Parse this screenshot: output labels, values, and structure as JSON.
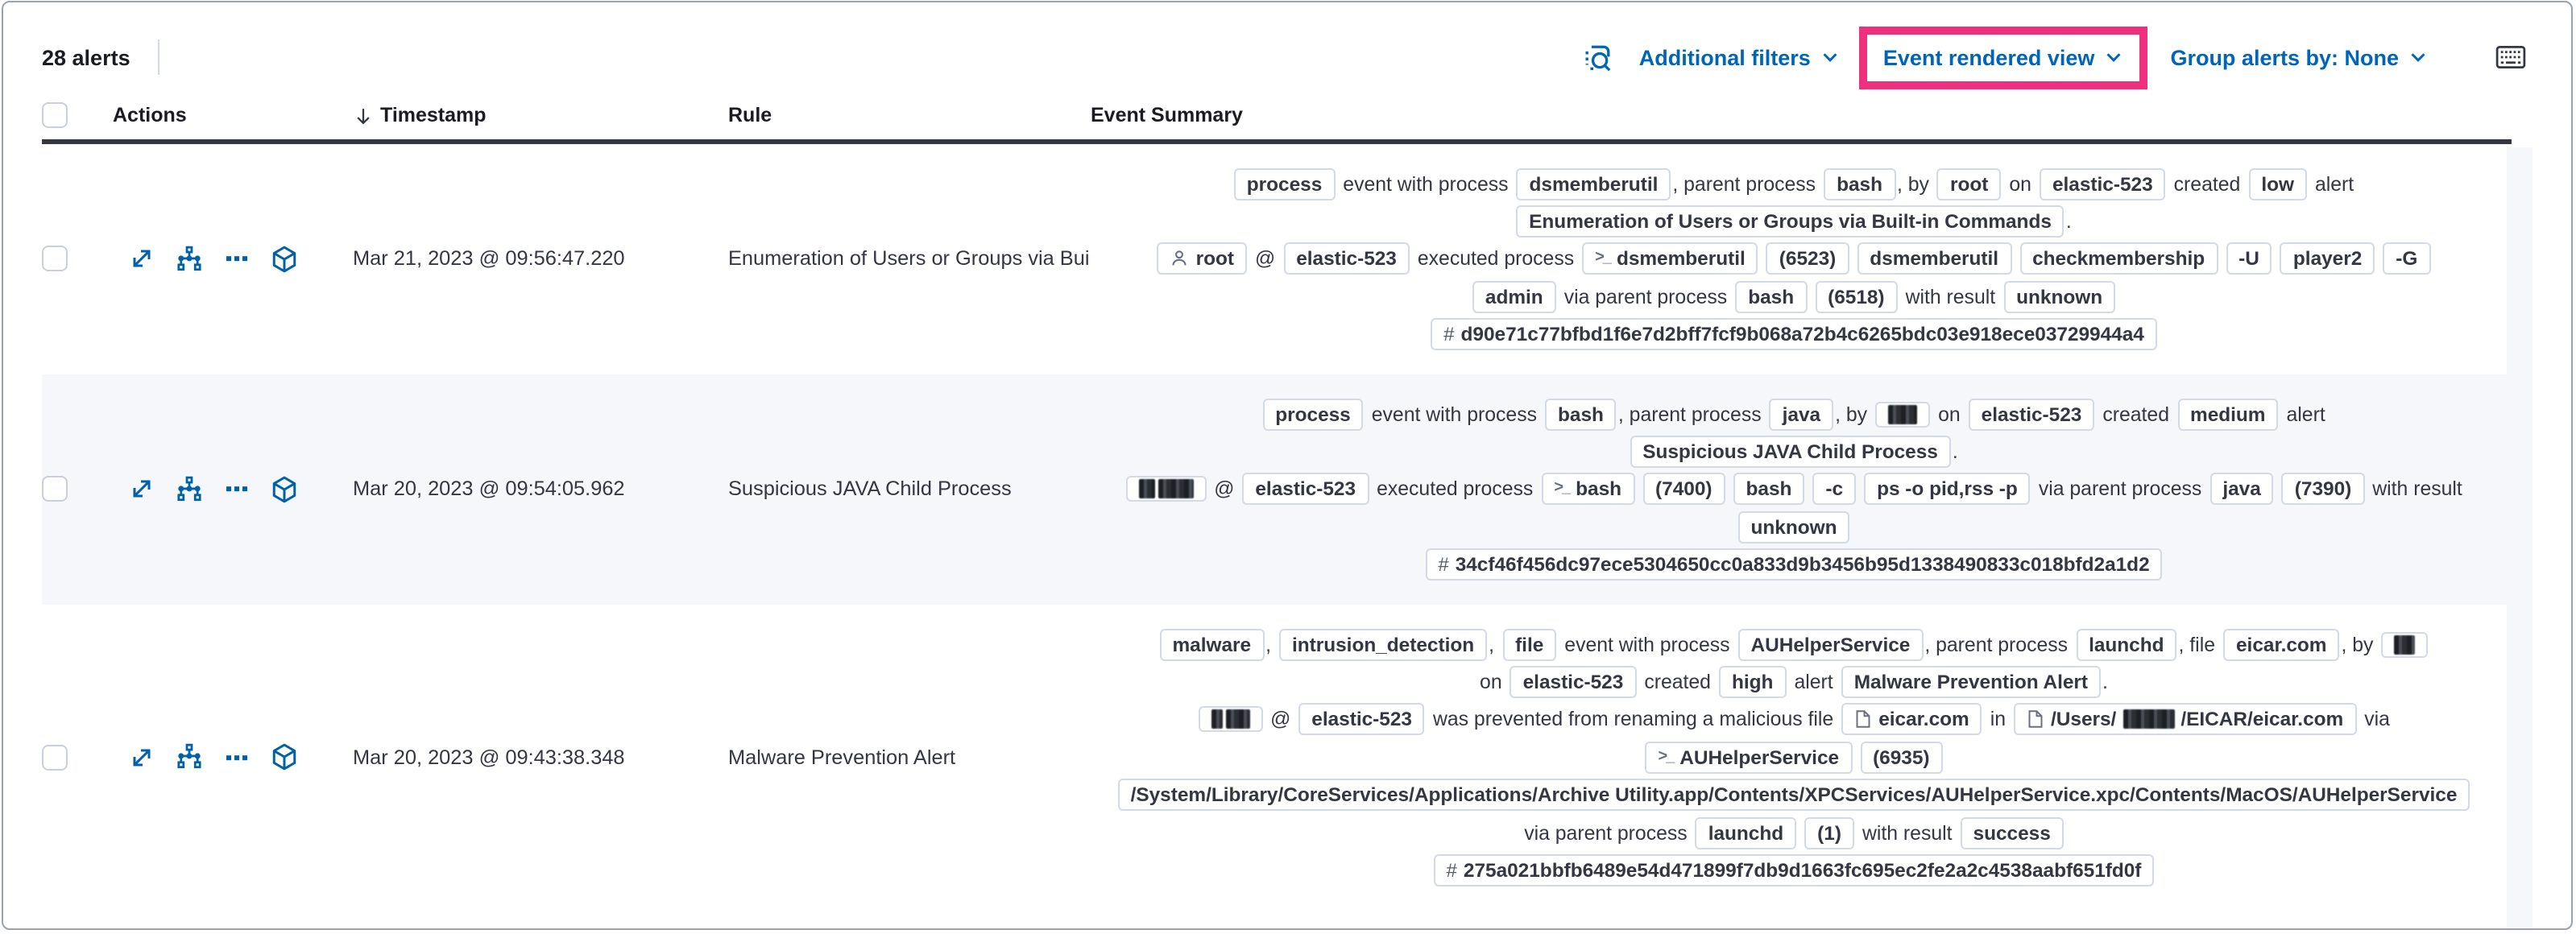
{
  "colors": {
    "accent_blue": "#0065b8",
    "highlight_pink": "#ee307f",
    "text": "#343741",
    "badge_border": "#d3dae6",
    "row_stripe": "#f5f7fa",
    "header_border": "#343741"
  },
  "toolbar": {
    "alerts_count": "28 alerts",
    "additional_filters_label": "Additional filters",
    "view_selector_label": "Event rendered view",
    "group_by_label": "Group alerts by: None"
  },
  "icons": {
    "inspect-icon": "magnifier-over-frame",
    "keyboard-shortcuts-icon": "keyboard",
    "chevron-down-icon": "v",
    "sort-descending-icon": "arrow-down",
    "expand-alert-icon": "diagonal-arrow",
    "analyze-event-icon": "process-tree",
    "more-actions-icon": "three-boxes",
    "session-view-icon": "cube",
    "user-icon": "person",
    "terminal-icon": ">_",
    "document-icon": "page",
    "hash-icon": "#"
  },
  "header": {
    "columns": [
      "Actions",
      "Timestamp",
      "Rule",
      "Event Summary"
    ]
  },
  "rows": [
    {
      "timestamp": "Mar 21, 2023 @ 09:56:47.220",
      "rule": "Enumeration of Users or Groups via Bui",
      "summary": [
        [
          {
            "t": "badge",
            "v": "process"
          },
          {
            "t": "text",
            "v": "event with process"
          },
          {
            "t": "badge",
            "v": "dsmemberutil"
          },
          {
            "t": "text",
            "v": ", parent process"
          },
          {
            "t": "badge",
            "v": "bash"
          },
          {
            "t": "text",
            "v": ", by"
          },
          {
            "t": "badge",
            "v": "root"
          },
          {
            "t": "text",
            "v": "on"
          },
          {
            "t": "badge",
            "v": "elastic-523"
          },
          {
            "t": "text",
            "v": "created"
          },
          {
            "t": "badge",
            "v": "low"
          },
          {
            "t": "text",
            "v": "alert"
          }
        ],
        [
          {
            "t": "badge",
            "v": "Enumeration of Users or Groups via Built-in Commands"
          },
          {
            "t": "text",
            "v": "."
          }
        ],
        [
          {
            "t": "badge",
            "icon": "user",
            "v": "root"
          },
          {
            "t": "text",
            "v": "@"
          },
          {
            "t": "badge",
            "v": "elastic-523"
          },
          {
            "t": "text",
            "v": "executed process"
          },
          {
            "t": "badge",
            "icon": "terminal",
            "v": "dsmemberutil"
          },
          {
            "t": "badge",
            "v": "(6523)"
          },
          {
            "t": "badge",
            "v": "dsmemberutil"
          },
          {
            "t": "badge",
            "v": "checkmembership"
          },
          {
            "t": "badge",
            "v": "-U"
          },
          {
            "t": "badge",
            "v": "player2"
          },
          {
            "t": "badge",
            "v": "-G"
          }
        ],
        [
          {
            "t": "badge",
            "v": "admin"
          },
          {
            "t": "text",
            "v": "via parent process"
          },
          {
            "t": "badge",
            "v": "bash"
          },
          {
            "t": "badge",
            "v": "(6518)"
          },
          {
            "t": "text",
            "v": "with result"
          },
          {
            "t": "badge",
            "v": "unknown"
          }
        ],
        [
          {
            "t": "badge",
            "icon": "hash",
            "v": "d90e71c77bfbd1f6e7d2bff7fcf9b068a72b4c6265bdc03e918ece03729944a4"
          }
        ]
      ]
    },
    {
      "timestamp": "Mar 20, 2023 @ 09:54:05.962",
      "rule": "Suspicious JAVA Child Process",
      "summary": [
        [
          {
            "t": "badge",
            "v": "process"
          },
          {
            "t": "text",
            "v": "event with process"
          },
          {
            "t": "badge",
            "v": "bash"
          },
          {
            "t": "text",
            "v": ", parent process"
          },
          {
            "t": "badge",
            "v": "java"
          },
          {
            "t": "text",
            "v": ", by"
          },
          {
            "t": "badge",
            "redact": [
              18
            ]
          },
          {
            "t": "text",
            "v": "on"
          },
          {
            "t": "badge",
            "v": "elastic-523"
          },
          {
            "t": "text",
            "v": "created"
          },
          {
            "t": "badge",
            "v": "medium"
          },
          {
            "t": "text",
            "v": "alert"
          }
        ],
        [
          {
            "t": "badge",
            "v": "Suspicious JAVA Child Process"
          },
          {
            "t": "text",
            "v": "."
          }
        ],
        [
          {
            "t": "badge",
            "redact": [
              10,
              22
            ]
          },
          {
            "t": "text",
            "v": "@"
          },
          {
            "t": "badge",
            "v": "elastic-523"
          },
          {
            "t": "text",
            "v": "executed process"
          },
          {
            "t": "badge",
            "icon": "terminal",
            "v": "bash"
          },
          {
            "t": "badge",
            "v": "(7400)"
          },
          {
            "t": "badge",
            "v": "bash"
          },
          {
            "t": "badge",
            "v": "-c"
          },
          {
            "t": "badge",
            "v": "ps -o pid,rss -p"
          },
          {
            "t": "text",
            "v": "via parent process"
          },
          {
            "t": "badge",
            "v": "java"
          },
          {
            "t": "badge",
            "v": "(7390)"
          },
          {
            "t": "text",
            "v": "with result"
          }
        ],
        [
          {
            "t": "badge",
            "v": "unknown"
          }
        ],
        [
          {
            "t": "badge",
            "icon": "hash",
            "v": "34cf46f456dc97ece5304650cc0a833d9b3456b95d1338490833c018bfd2a1d2"
          }
        ]
      ]
    },
    {
      "timestamp": "Mar 20, 2023 @ 09:43:38.348",
      "rule": "Malware Prevention Alert",
      "summary": [
        [
          {
            "t": "badge",
            "v": "malware"
          },
          {
            "t": "text",
            "v": ","
          },
          {
            "t": "badge",
            "v": "intrusion_detection"
          },
          {
            "t": "text",
            "v": ","
          },
          {
            "t": "badge",
            "v": "file"
          },
          {
            "t": "text",
            "v": "event with process"
          },
          {
            "t": "badge",
            "v": "AUHelperService"
          },
          {
            "t": "text",
            "v": ", parent process"
          },
          {
            "t": "badge",
            "v": "launchd"
          },
          {
            "t": "text",
            "v": ", file"
          },
          {
            "t": "badge",
            "v": "eicar.com"
          },
          {
            "t": "text",
            "v": ", by"
          },
          {
            "t": "badge",
            "redact": [
              13
            ]
          }
        ],
        [
          {
            "t": "text",
            "v": "on"
          },
          {
            "t": "badge",
            "v": "elastic-523"
          },
          {
            "t": "text",
            "v": "created"
          },
          {
            "t": "badge",
            "v": "high"
          },
          {
            "t": "text",
            "v": "alert"
          },
          {
            "t": "badge",
            "v": "Malware Prevention Alert"
          },
          {
            "t": "text",
            "v": "."
          }
        ],
        [
          {
            "t": "badge",
            "redact": [
              7,
              15
            ]
          },
          {
            "t": "text",
            "v": "@"
          },
          {
            "t": "badge",
            "v": "elastic-523"
          },
          {
            "t": "text",
            "v": "was prevented from renaming a malicious file"
          },
          {
            "t": "badge",
            "icon": "doc",
            "v": "eicar.com"
          },
          {
            "t": "text",
            "v": "in"
          },
          {
            "t": "badge",
            "icon": "doc",
            "parts": [
              {
                "v": "/Users/"
              },
              {
                "redact": [
                  32
                ]
              },
              {
                "v": "/EICAR/eicar.com"
              }
            ]
          },
          {
            "t": "text",
            "v": "via"
          }
        ],
        [
          {
            "t": "badge",
            "icon": "terminal",
            "v": "AUHelperService"
          },
          {
            "t": "badge",
            "v": "(6935)"
          }
        ],
        [
          {
            "t": "badge",
            "v": "/System/Library/CoreServices/Applications/Archive Utility.app/Contents/XPCServices/AUHelperService.xpc/Contents/MacOS/AUHelperService"
          }
        ],
        [
          {
            "t": "text",
            "v": "via parent process"
          },
          {
            "t": "badge",
            "v": "launchd"
          },
          {
            "t": "badge",
            "v": "(1)"
          },
          {
            "t": "text",
            "v": "with result"
          },
          {
            "t": "badge",
            "v": "success"
          }
        ],
        [
          {
            "t": "badge",
            "icon": "hash",
            "v": "275a021bbfb6489e54d471899f7db9d1663fc695ec2fe2a2c4538aabf651fd0f"
          }
        ]
      ]
    }
  ]
}
